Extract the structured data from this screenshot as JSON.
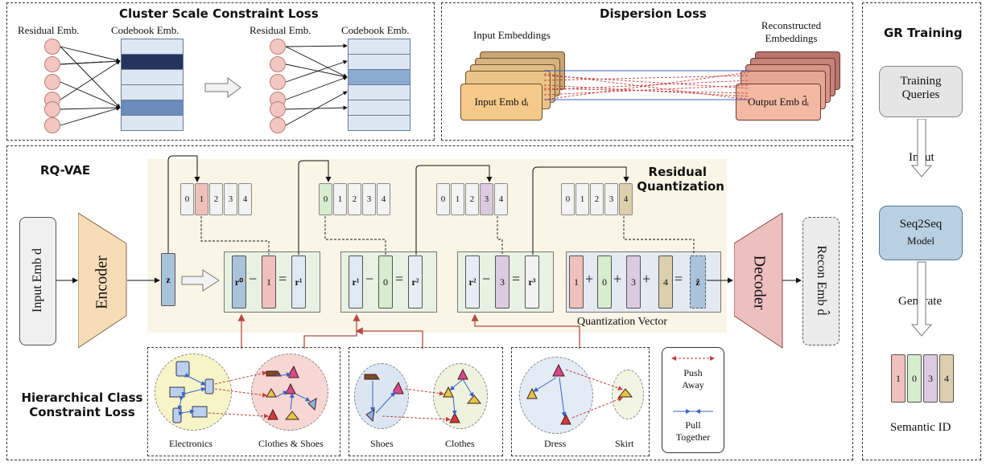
{
  "cluster_panel": {
    "title": "Cluster Scale Constraint Loss",
    "left_residual_label": "Residual Emb.",
    "left_codebook_label": "Codebook Emb.",
    "right_residual_label": "Residual Emb.",
    "right_codebook_label": "Codebook Emb."
  },
  "dispersion_panel": {
    "title": "Dispersion Loss",
    "input_embeddings_label": "Input Embeddings",
    "reconstructed_label_line1": "Reconstructed",
    "reconstructed_label_line2": "Embeddings",
    "input_emb_box": "Input Emb dᵢ",
    "output_emb_box": "Output Emb d̂ᵢ"
  },
  "gr_panel": {
    "title": "GR Training",
    "training_line1": "Training",
    "training_line2": "Queries",
    "input_label": "Input",
    "seq2seq_line1": "Seq2Seq",
    "seq2seq_line2": "Model",
    "generate_label": "Generate",
    "semantic_id": [
      "1",
      "0",
      "3",
      "4"
    ],
    "semantic_id_label": "Semantic ID"
  },
  "rqvae_panel": {
    "title": "RQ-VAE",
    "input_emb": "Input Emb d",
    "encoder": "Encoder",
    "decoder": "Decoder",
    "recon_emb": "Recon Emb d̂",
    "residual_title_line1": "Residual",
    "residual_title_line2": "Quantization",
    "z_label": "z",
    "codebook_cells": [
      "0",
      "1",
      "2",
      "3",
      "4"
    ],
    "step1": {
      "r_in": "r⁰",
      "code": "1",
      "r_out": "r¹"
    },
    "step2": {
      "r_in": "r¹",
      "code": "0",
      "r_out": "r²"
    },
    "step3": {
      "r_in": "r²",
      "code": "3",
      "r_out": "r³"
    },
    "quant_codes": [
      "1",
      "0",
      "3",
      "4"
    ],
    "z_hat": "ẑ",
    "quant_vector_label": "Quantization Vector",
    "minus": "−",
    "equals": "=",
    "plus": "+"
  },
  "hierarchy_panel": {
    "title_line1": "Hierarchical Class",
    "title_line2": "Constraint Loss",
    "electronics": "Electronics",
    "clothes_shoes": "Clothes & Shoes",
    "shoes": "Shoes",
    "clothes": "Clothes",
    "dress": "Dress",
    "skirt": "Skirt"
  },
  "legend": {
    "push_line1": "Push",
    "push_line2": "Away",
    "pull_line1": "Pull",
    "pull_line2": "Together"
  },
  "colors": {
    "pink": "#efc0bc",
    "green": "#d8ecd0",
    "purple": "#dccbe0",
    "tan": "#dccfae",
    "blue": "#b9cfe0",
    "encoder": "#f7dcb8",
    "decoder": "#eebfbf",
    "residual_bg": "#faf5e6",
    "input_emb_front": "#f4c98a",
    "output_emb_front": "#f3b9a3"
  }
}
